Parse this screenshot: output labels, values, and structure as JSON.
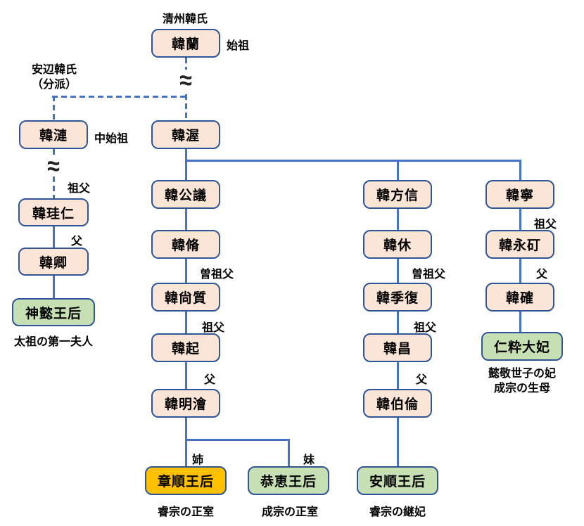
{
  "diagram": {
    "title_clan": "清州韓氏",
    "branch_clan_line1": "安辺韓氏",
    "branch_clan_line2": "（分派）",
    "approx_symbol": "≈",
    "roles": {
      "founder": "始祖",
      "mid_founder": "中始祖",
      "grandfather": "祖父",
      "father": "父",
      "great_grandfather": "曽祖父",
      "elder_sister": "姉",
      "younger_sister": "妹"
    },
    "nodes": {
      "han_ran": "韓蘭",
      "han_ren": "韓漣",
      "han_aku": "韓渥",
      "han_keijin": "韓珪仁",
      "han_kyo": "韓卿",
      "shingi_queen": "神懿王后",
      "han_kogi": "韓公議",
      "han_shu": "韓脩",
      "han_shoshitsu": "韓尙質",
      "han_ki": "韓起",
      "han_meikai": "韓明澮",
      "shojun_queen": "章順王后",
      "kyokei_queen": "恭恵王后",
      "han_hoshin": "韓方信",
      "han_kyu": "韓休",
      "han_kifuku": "韓季復",
      "han_sho": "韓昌",
      "han_hakurin": "韓伯倫",
      "anjun_queen": "安順王后",
      "han_nei": "韓寧",
      "han_eitei": "韓永矴",
      "han_kaku": "韓確",
      "jinsui_queen": "仁粋大妃"
    },
    "captions": {
      "shingi": "太祖の第一夫人",
      "shojun": "睿宗の正室",
      "kyokei": "成宗の正室",
      "anjun": "睿宗の継妃",
      "jinsui_line1": "懿敬世子の妃",
      "jinsui_line2": "成宗の生母"
    },
    "colors": {
      "line": "#4472C4",
      "node_border": "#2F5597",
      "peach_fill": "#FBE5D6",
      "green_fill": "#C6E0B4",
      "gold_fill": "#FFC000"
    }
  }
}
